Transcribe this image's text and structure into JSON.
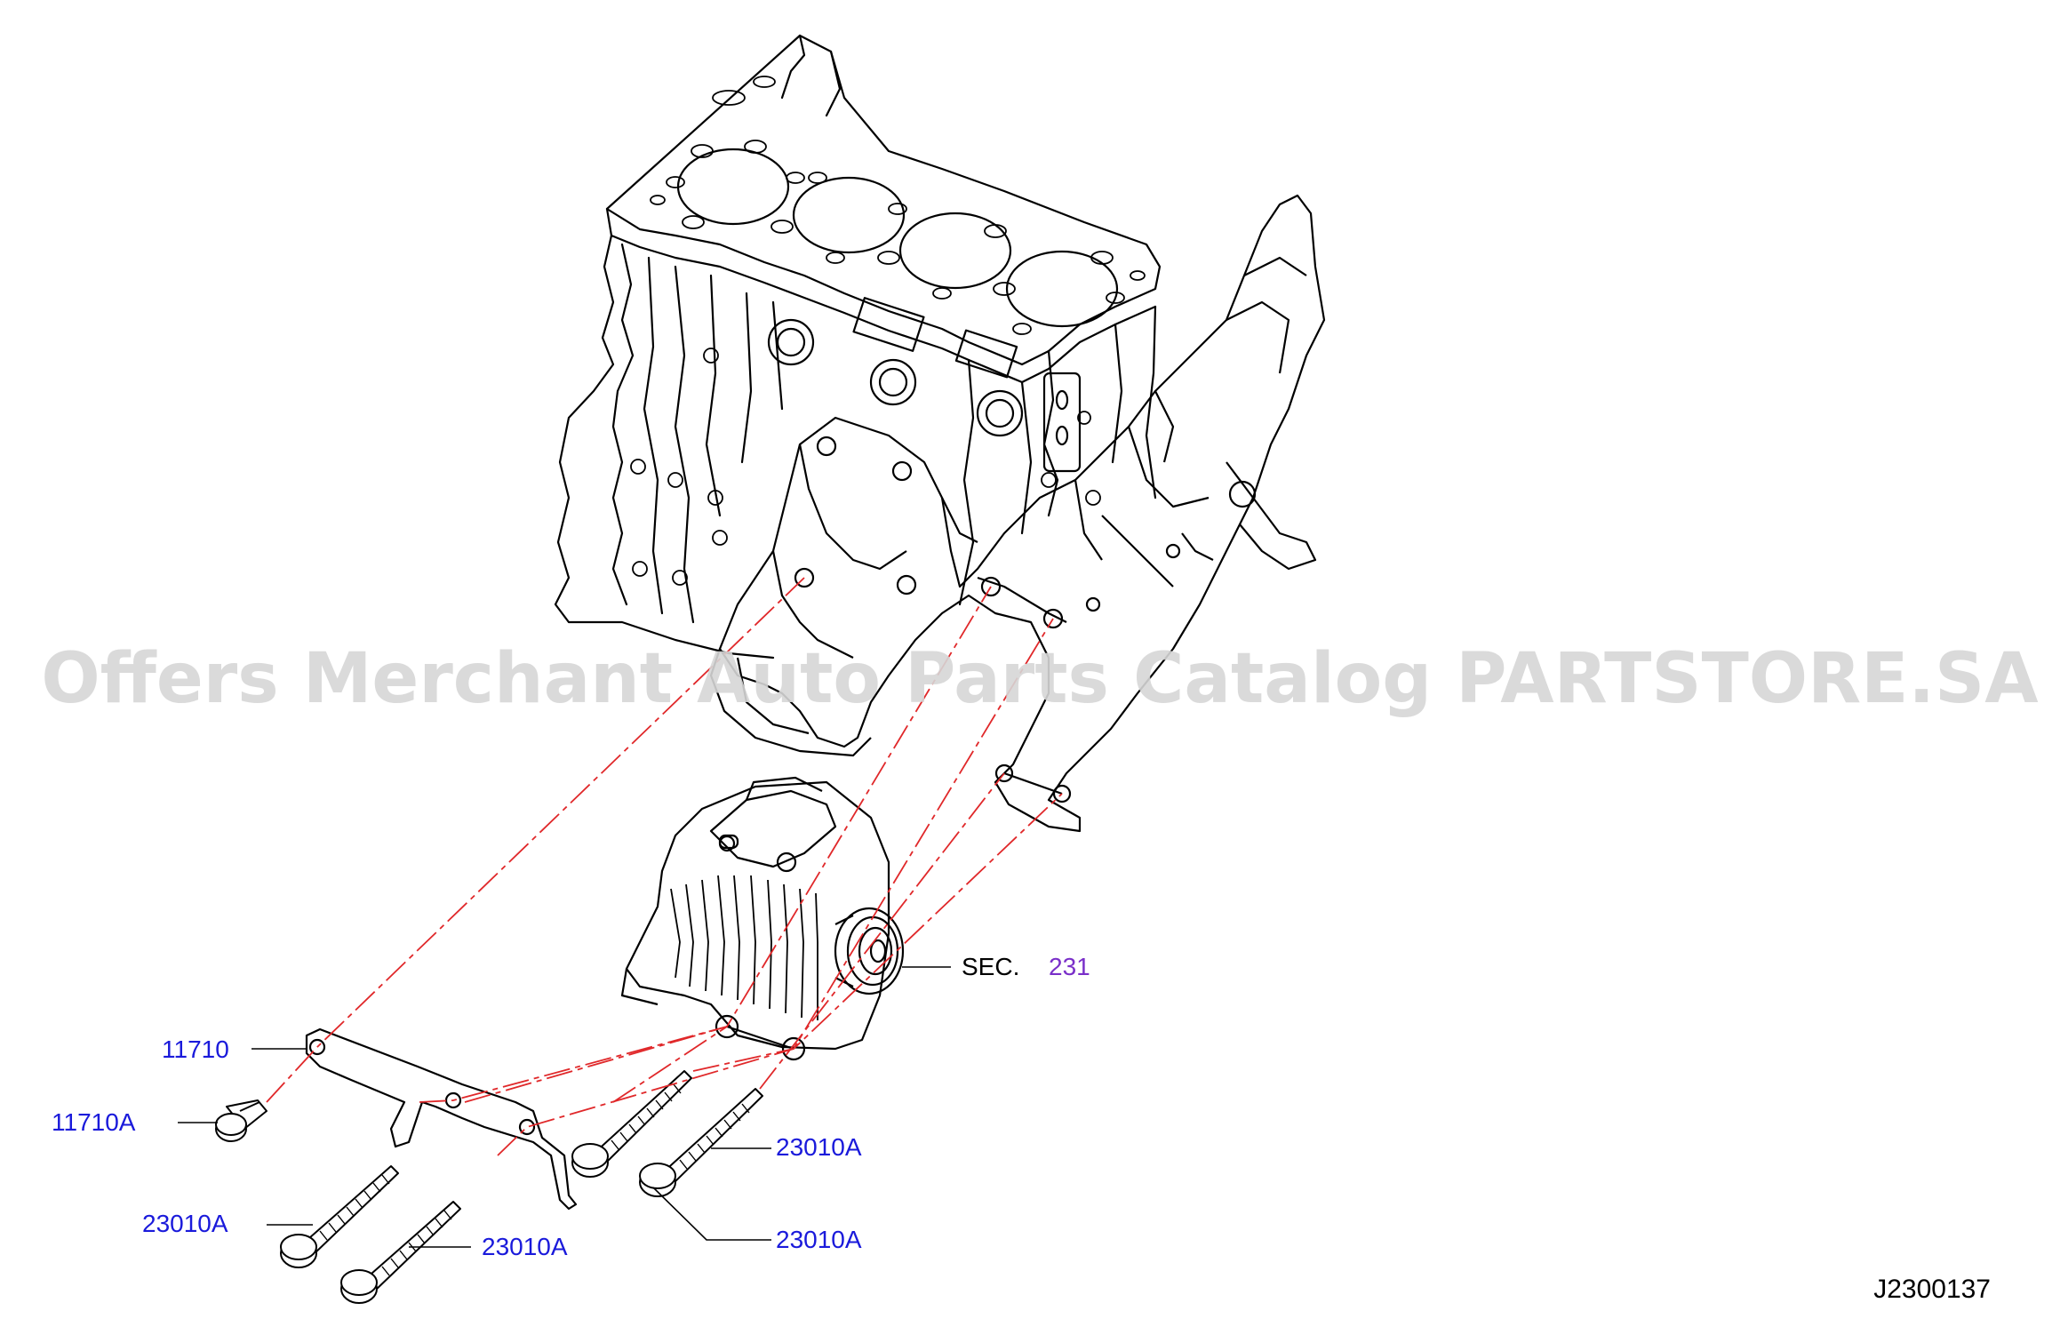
{
  "watermark": "Offers Merchant Auto Parts Catalog PARTSTORE.SA",
  "drawing_id": "J2300137",
  "callouts": [
    {
      "key": "11710",
      "text": "11710"
    },
    {
      "key": "11710A",
      "text": "11710A"
    },
    {
      "key": "23010A-left-top",
      "text": "23010A"
    },
    {
      "key": "23010A-left-bottom",
      "text": "23010A"
    },
    {
      "key": "23010A-right-top",
      "text": "23010A"
    },
    {
      "key": "23010A-right-bottom",
      "text": "23010A"
    }
  ],
  "section_ref": {
    "prefix": "SEC.",
    "number": "231"
  },
  "colors": {
    "line": "#000000",
    "callout_text": "#1a1adb",
    "section_number": "#7a2fc9",
    "phantom_line": "#e0282a",
    "watermark": "#d6d6d6"
  }
}
